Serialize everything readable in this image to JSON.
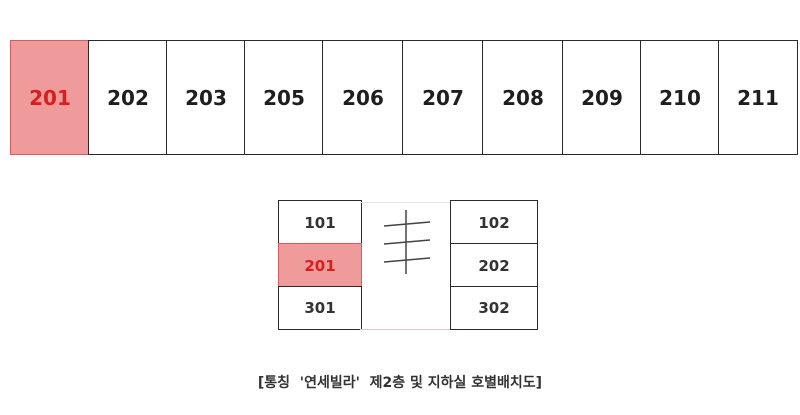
{
  "floor_row": {
    "units": [
      "201",
      "202",
      "203",
      "205",
      "206",
      "207",
      "208",
      "209",
      "210",
      "211"
    ],
    "highlighted": "201"
  },
  "stack": {
    "left": [
      "101",
      "201",
      "301"
    ],
    "right": [
      "102",
      "202",
      "302"
    ],
    "highlighted": "201"
  },
  "caption": "[통칭  '연세빌라'  제2층 및 지하실 호별배치도]",
  "colors": {
    "highlight_fill": "#ef9b9b",
    "highlight_text": "#d81e1e",
    "border": "#2a2a2a"
  }
}
